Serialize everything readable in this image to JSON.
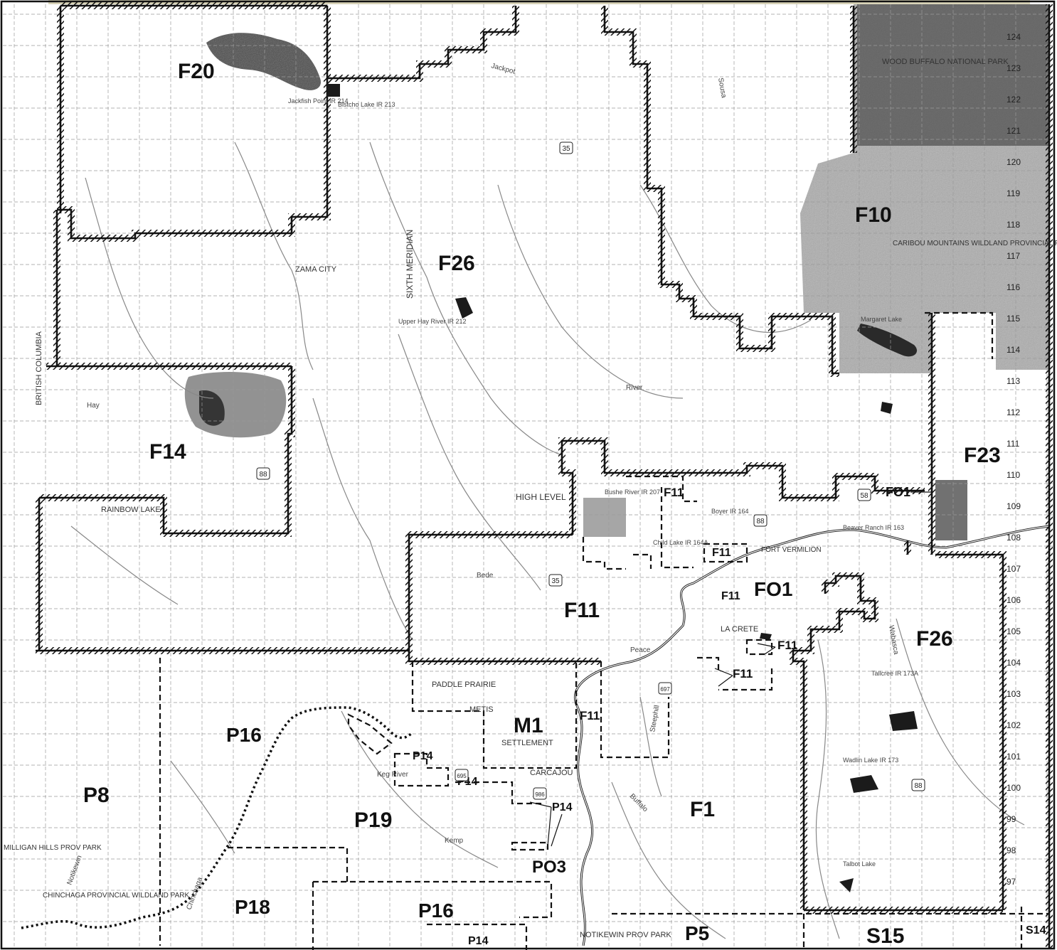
{
  "colors": {
    "paper": "#ffffff",
    "grid": "#9a9a9a",
    "boundary": "#111111",
    "park_shading": "#4a4a4a",
    "river": "#777777",
    "banner": "#d9d4b8"
  },
  "map": {
    "zones": {
      "F20": "F20",
      "F26_north": "F26",
      "F10": "F10",
      "F14": "F14",
      "F23": "F23",
      "FO1_small": "FO1",
      "F11_upper": "F11",
      "F11_main": "F11",
      "FO1_main": "FO1",
      "F26_east": "F26",
      "F11_c": "F11",
      "F11_d": "F11",
      "F11_e": "F11",
      "M1": "M1",
      "P16_west": "P16",
      "P14_a": "P14",
      "P14_b": "P14",
      "P14_c": "P14",
      "P8": "P8",
      "P19": "P19",
      "F1": "F1",
      "PO3": "PO3",
      "P18": "P18",
      "P16_south": "P16",
      "P14_d": "P14",
      "P5": "P5",
      "S15": "S15",
      "S14": "S14"
    },
    "place_labels": {
      "wood_buffalo": "WOOD BUFFALO NATIONAL PARK",
      "caribou_mountains": "CARIBOU MOUNTAINS WILDLAND PROVINCIAL PARK",
      "sixth_meridian": "SIXTH MERIDIAN",
      "high_level": "HIGH LEVEL",
      "rainbow_lake": "RAINBOW LAKE",
      "zama_city": "ZAMA CITY",
      "la_crete": "LA CRETE",
      "paddle_prairie": "PADDLE PRAIRIE",
      "metis": "METIS",
      "settlement": "SETTLEMENT",
      "carcajou": "CARCAJOU",
      "mill_bay": "MILLIGAN HILLS PROV PARK",
      "chinchaga": "CHINCHAGA PROVINCIAL WILDLAND PARK",
      "notikewin": "NOTIKEWIN PROV PARK",
      "british_columbia": "BRITISH COLUMBIA",
      "fort_vermilion": "FORT VERMILION",
      "upper_hay": "Upper Hay River IR 212",
      "bistcho": "Bistcho Lake IR 213",
      "jackfish": "Jackfish Point IR 214",
      "boyer": "Boyer IR 164",
      "child_lake": "Child Lake IR 164A",
      "bushe": "Bushe River IR 207",
      "beaver_ranch": "Beaver Ranch IR 163",
      "tallcree": "Tallcree IR 173A",
      "wadlin": "Wadlin Lake IR 173",
      "talbot": "Talbot Lake",
      "margaret": "Margaret Lake",
      "peace": "Peace",
      "hay_river": "Hay",
      "river_mid": "River",
      "chinchaga_river": "Chinchaga",
      "notikewin_river": "Notikewin",
      "steephill": "Steephill",
      "keg_river": "Keg River",
      "kemp": "Kemp",
      "buffalo": "Buffalo",
      "wabasca": "Wabasca",
      "sousa": "Sousa",
      "bede": "Bede",
      "jackpot": "Jackpot"
    },
    "township_numbers": [
      "124",
      "123",
      "122",
      "121",
      "120",
      "119",
      "118",
      "117",
      "116",
      "115",
      "114",
      "113",
      "112",
      "111",
      "110",
      "109",
      "108",
      "107",
      "106",
      "105",
      "104",
      "103",
      "102",
      "101",
      "100",
      "99",
      "98",
      "97"
    ],
    "highway_shields": [
      "35",
      "35",
      "58",
      "88",
      "88",
      "697",
      "695",
      "986",
      "88"
    ]
  }
}
